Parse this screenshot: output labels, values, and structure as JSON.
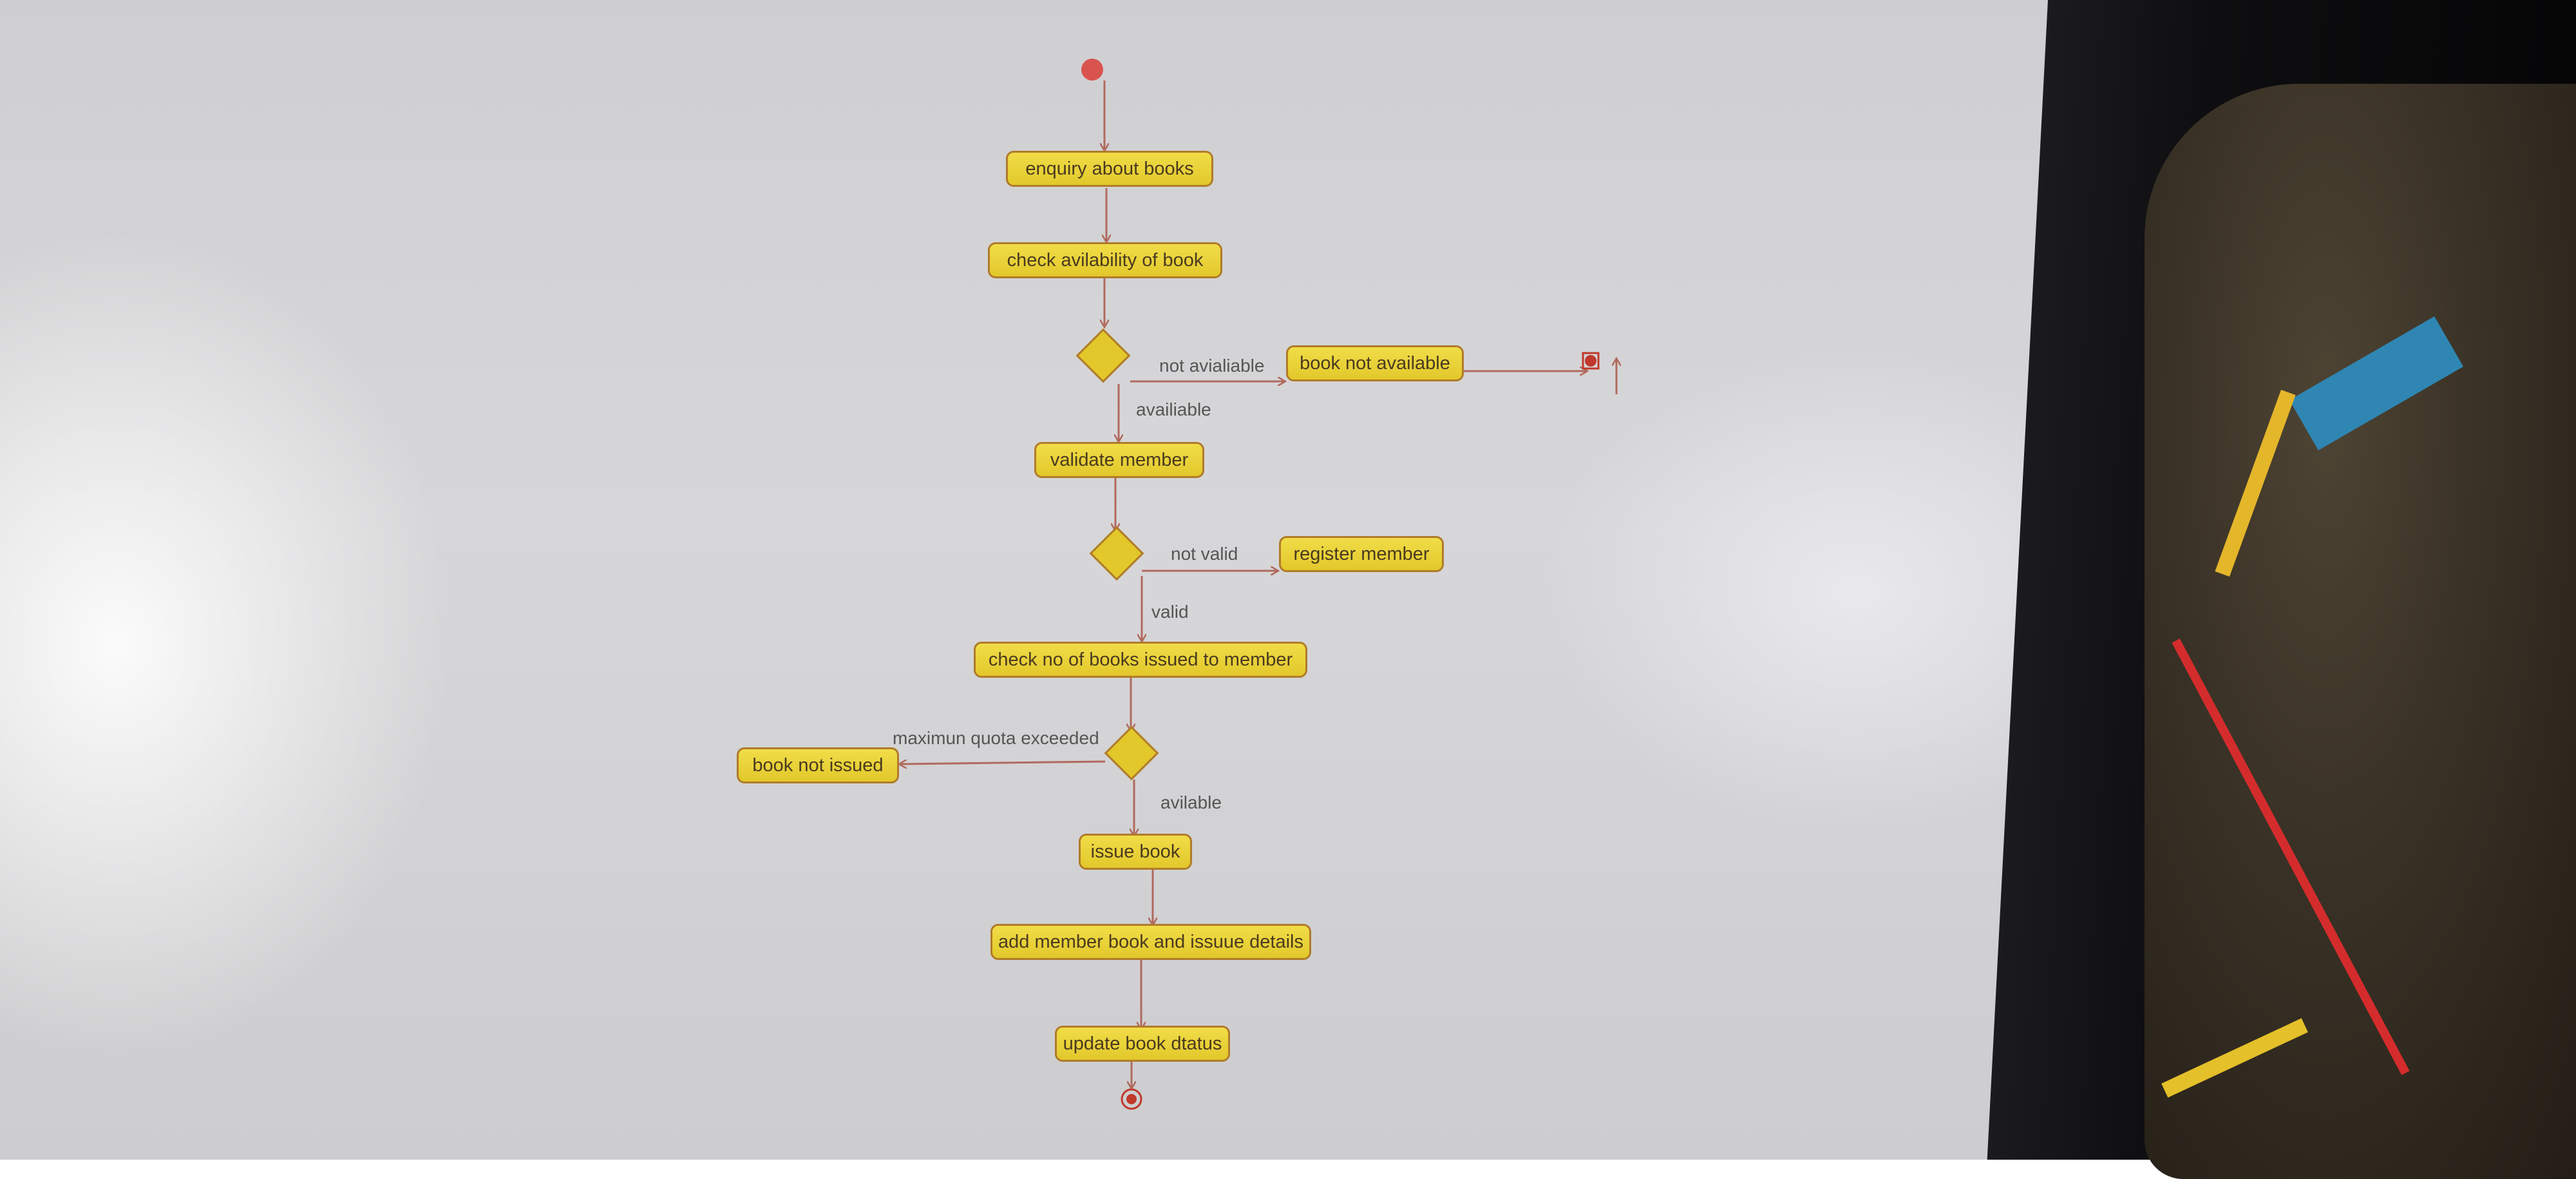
{
  "diagram": {
    "actions": {
      "enquiry": "enquiry about books",
      "check_availability": "check avilability of book",
      "not_available": "book not available",
      "validate": "validate member",
      "register": "register member",
      "check_count": "check no of books issued to member",
      "not_issued": "book not issued",
      "issue": "issue book",
      "add_details": "add member book and issuue details",
      "update_status": "update book dtatus"
    },
    "guards": {
      "not_available": "not avialiable",
      "available": "availiable",
      "not_valid": "not valid",
      "valid": "valid",
      "quota_exceeded": "maximun quota exceeded",
      "quota_ok": "avilable"
    }
  },
  "colors": {
    "action_fill": "#e2c82b",
    "action_border": "#b07b2a",
    "flow_line": "#b06a5e",
    "start_node": "#d9534f"
  }
}
